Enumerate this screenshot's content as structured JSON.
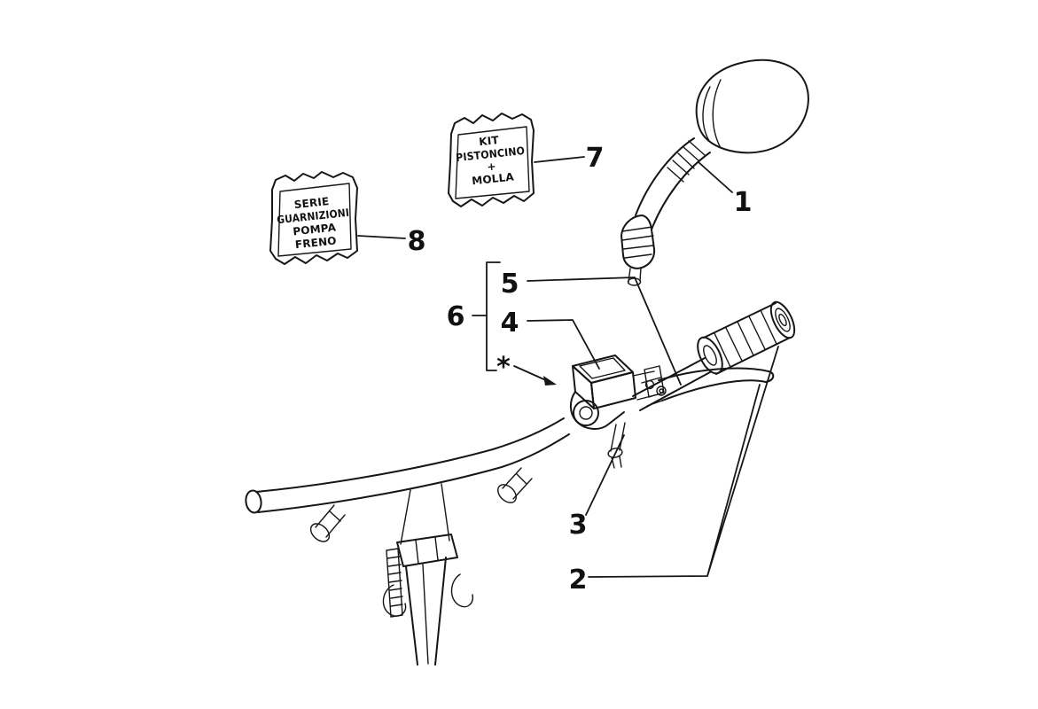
{
  "diagram": {
    "background": "#ffffff",
    "line_color": "#161616",
    "callouts": {
      "c1": "1",
      "c2": "2",
      "c3": "3",
      "c4": "4",
      "c5": "5",
      "c6": "6",
      "c7": "7",
      "c8": "8"
    },
    "star_marker": "*",
    "tags": {
      "kit": {
        "lines": [
          "KIT",
          "PISTONCINO",
          "+",
          "MOLLA"
        ]
      },
      "serie": {
        "lines": [
          "SERIE",
          "GUARNIZIONI",
          "POMPA",
          "FRENO"
        ]
      }
    }
  }
}
